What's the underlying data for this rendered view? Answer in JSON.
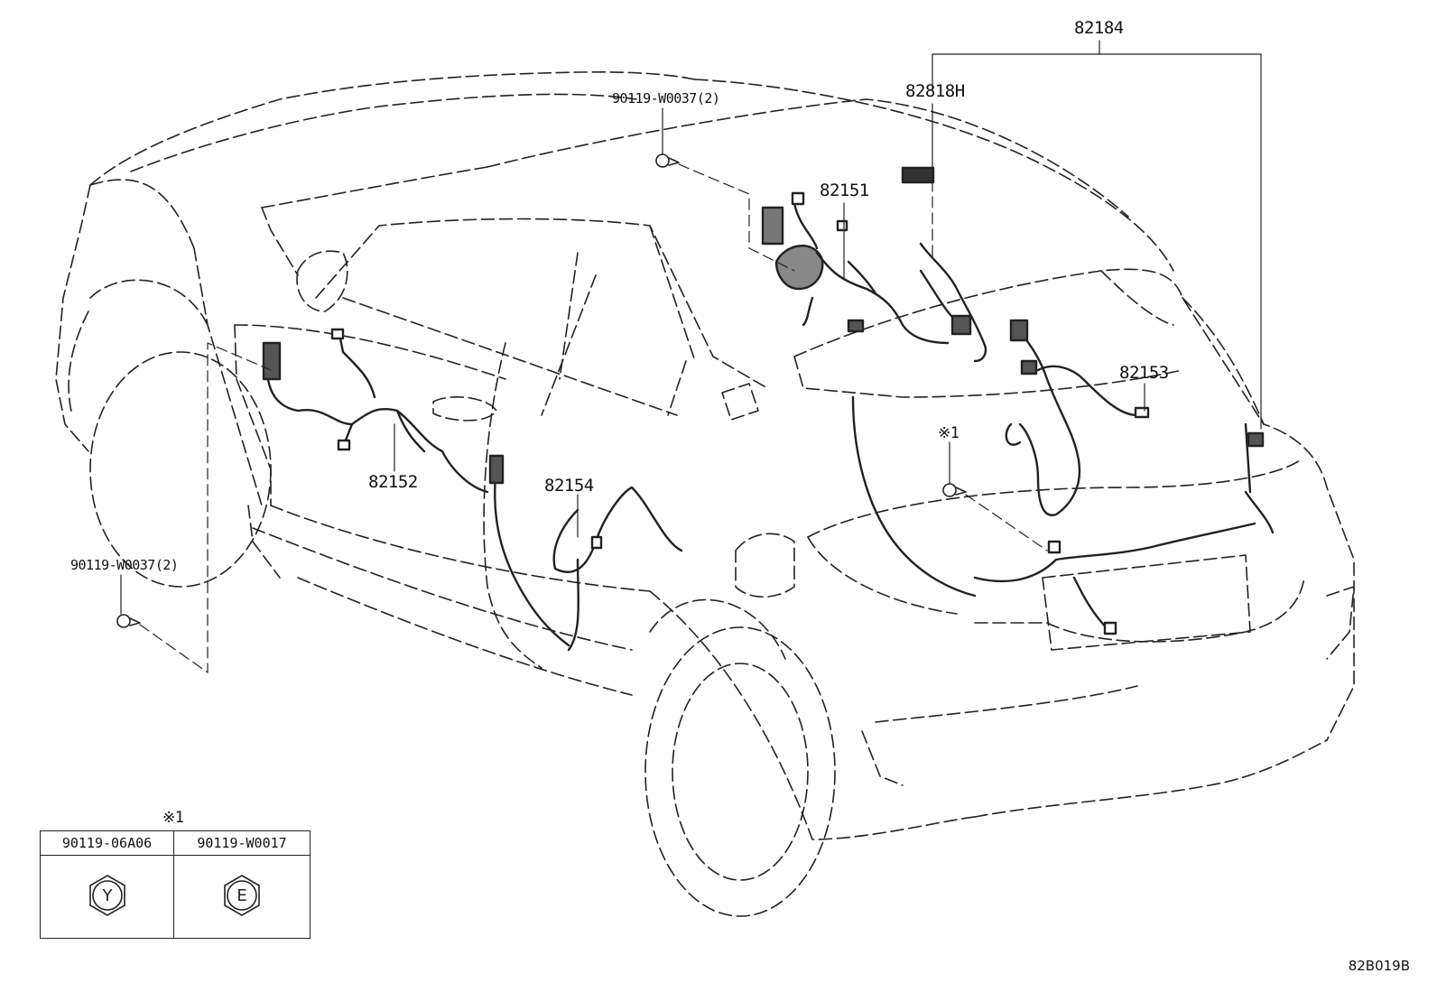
{
  "labels": {
    "assy_82184": "82184",
    "part_82818H": "82818H",
    "part_82151": "82151",
    "part_82152": "82152",
    "part_82153": "82153",
    "part_82154": "82154",
    "bolt_top": "90119-W0037(2)",
    "bolt_left": "90119-W0037(2)",
    "note_mark": "※1"
  },
  "legend": {
    "note_mark": "※1",
    "columns": [
      {
        "part_no": "90119-06A06",
        "symbol": "Y"
      },
      {
        "part_no": "90119-W0017",
        "symbol": "E"
      }
    ]
  },
  "drawing_code": "82B019B"
}
